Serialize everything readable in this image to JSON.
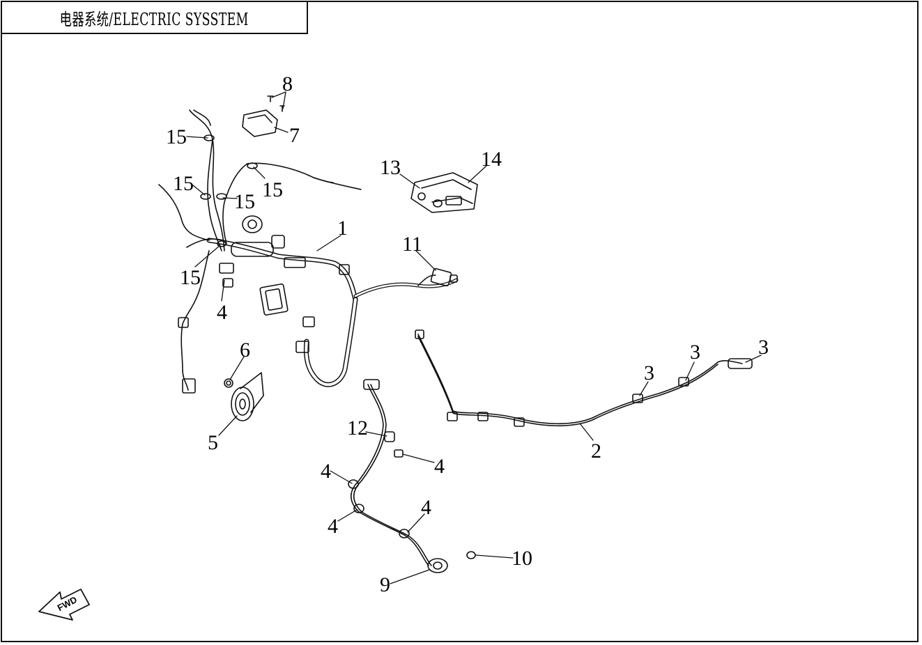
{
  "title": "电器系统/ELECTRIC SYSSTEM",
  "fwd_label": "FWD",
  "callouts": [
    {
      "id": "c1",
      "text": "1"
    },
    {
      "id": "c2",
      "text": "2"
    },
    {
      "id": "c3a",
      "text": "3"
    },
    {
      "id": "c3b",
      "text": "3"
    },
    {
      "id": "c3c",
      "text": "3"
    },
    {
      "id": "c4a",
      "text": "4"
    },
    {
      "id": "c4b",
      "text": "4"
    },
    {
      "id": "c4c",
      "text": "4"
    },
    {
      "id": "c4d",
      "text": "4"
    },
    {
      "id": "c4e",
      "text": "4"
    },
    {
      "id": "c5",
      "text": "5"
    },
    {
      "id": "c6",
      "text": "6"
    },
    {
      "id": "c7",
      "text": "7"
    },
    {
      "id": "c8",
      "text": "8"
    },
    {
      "id": "c9",
      "text": "9"
    },
    {
      "id": "c10",
      "text": "10"
    },
    {
      "id": "c11",
      "text": "11"
    },
    {
      "id": "c12",
      "text": "12"
    },
    {
      "id": "c13",
      "text": "13"
    },
    {
      "id": "c14",
      "text": "14"
    },
    {
      "id": "c15a",
      "text": "15"
    },
    {
      "id": "c15b",
      "text": "15"
    },
    {
      "id": "c15c",
      "text": "15"
    },
    {
      "id": "c15d",
      "text": "15"
    },
    {
      "id": "c15e",
      "text": "15"
    }
  ]
}
